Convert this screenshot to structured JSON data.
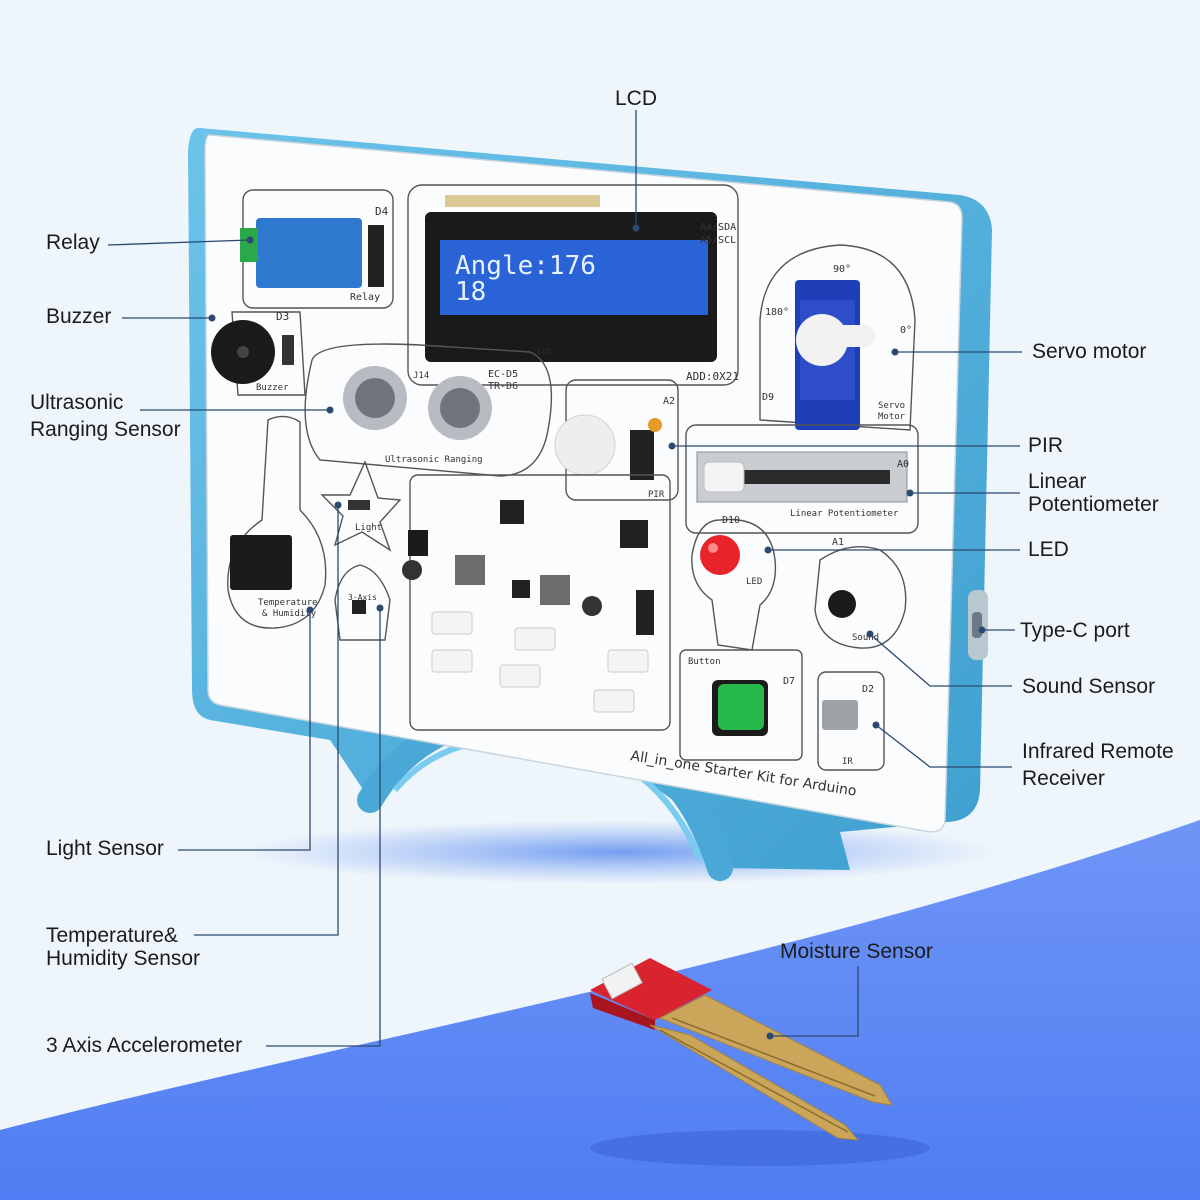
{
  "labels": {
    "lcd": "LCD",
    "relay": "Relay",
    "buzzer": "Buzzer",
    "ultrasonic_l1": "Ultrasonic",
    "ultrasonic_l2": "Ranging Sensor",
    "servo": "Servo motor",
    "pir": "PIR",
    "linear_l1": "Linear",
    "linear_l2": "Potentiometer",
    "led": "LED",
    "typec": "Type-C port",
    "sound": "Sound Sensor",
    "ir_l1": "Infrared Remote",
    "ir_l2": "Receiver",
    "light": "Light Sensor",
    "temp_l1": "Temperature&",
    "temp_l2": "Humidity Sensor",
    "accel": "3 Axis Accelerometer",
    "moisture": "Moisture Sensor"
  },
  "board": {
    "lcd_line1": "Angle:176",
    "lcd_line2": "18",
    "lcd_caption": "LCD",
    "lcd_addr": "ADD:0X21",
    "lcd_pins_1": "A4/SDA",
    "lcd_pins_2": "A5/SCL",
    "relay_pin": "D4",
    "relay_text": "Relay",
    "buzzer_pin": "D3",
    "buzzer_text": "Buzzer",
    "ultra_pin": "J14",
    "ultra_ec": "EC-D5",
    "ultra_tr": "TR-D6",
    "ultra_text": "Ultrasonic Ranging",
    "servo_90": "90°",
    "servo_180": "180°",
    "servo_0": "0°",
    "servo_pin": "D9",
    "servo_text_1": "Servo",
    "servo_text_2": "Motor",
    "pir_pin": "A2",
    "pir_text": "PIR",
    "pot_pin": "A0",
    "pot_text": "Linear Potentiometer",
    "led_pin": "D10",
    "led_text": "LED",
    "sound_pin": "A1",
    "sound_text": "Sound",
    "button_text": "Button",
    "button_pin": "D7",
    "ir_pin": "D2",
    "ir_text": "IR",
    "light_text": "Light",
    "temp_text_1": "Temperature",
    "temp_text_2": "& Humidity",
    "accel_text": "3-Axis",
    "footer": "All_in_one Starter Kit for Arduino"
  },
  "colors": {
    "case": "#5ab5df",
    "case_dark": "#3a93c0",
    "panel": "#fbfcfd",
    "lcd": "#2a63d6",
    "led": "#e8232a",
    "button": "#27b84a",
    "relay": "#2e78d0",
    "servo": "#1f3fb8",
    "moisture_pcb": "#d9232f",
    "floor": "#5a86f5"
  }
}
